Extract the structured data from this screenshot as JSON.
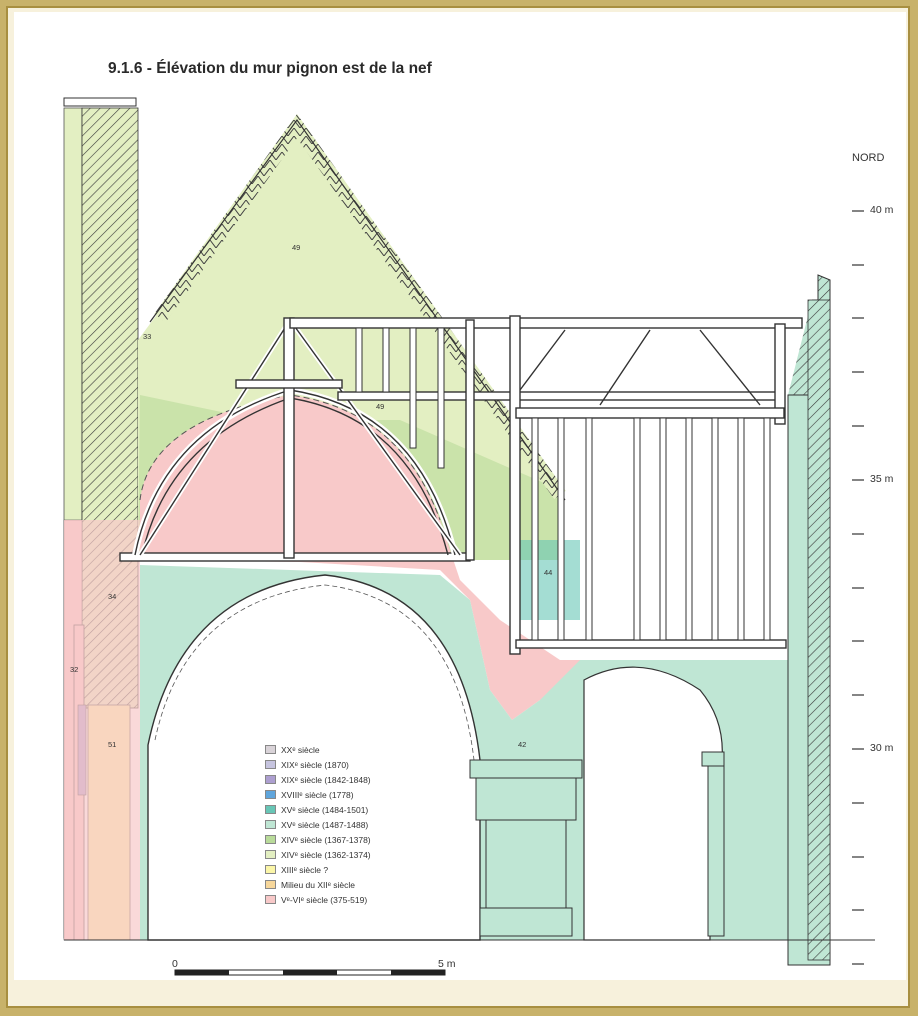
{
  "title": "9.1.6 - Élévation du mur pignon est de la nef",
  "north_label": "NORD",
  "altitude_labels": [
    "40 m",
    "35 m",
    "30 m"
  ],
  "scale_bar": {
    "start_label": "0",
    "end_label": "5 m"
  },
  "zone_labels": [
    "49",
    "49",
    "33",
    "34",
    "32",
    "51",
    "42",
    "44"
  ],
  "legend": [
    {
      "label": "XXᵉ siècle",
      "color": "#d9d3d8"
    },
    {
      "label": "XIXᵉ siècle (1870)",
      "color": "#c6c4df"
    },
    {
      "label": "XIXᵉ siècle (1842-1848)",
      "color": "#ad9fd0"
    },
    {
      "label": "XVIIIᵉ siècle (1778)",
      "color": "#5fa5dc"
    },
    {
      "label": "XVᵉ siècle (1484-1501)",
      "color": "#68c6b6"
    },
    {
      "label": "XVᵉ siècle (1487-1488)",
      "color": "#bfe6d4"
    },
    {
      "label": "XIVᵉ siècle (1367-1378)",
      "color": "#b9db9a"
    },
    {
      "label": "XIVᵉ siècle (1362-1374)",
      "color": "#e3efc2"
    },
    {
      "label": "XIIIᵉ siècle ?",
      "color": "#fbf6a8"
    },
    {
      "label": "Milieu du XIIᵉ siècle",
      "color": "#f7d79b"
    },
    {
      "label": "Vᵉ-VIᵉ siècle (375-519)",
      "color": "#f8c9c9"
    }
  ]
}
